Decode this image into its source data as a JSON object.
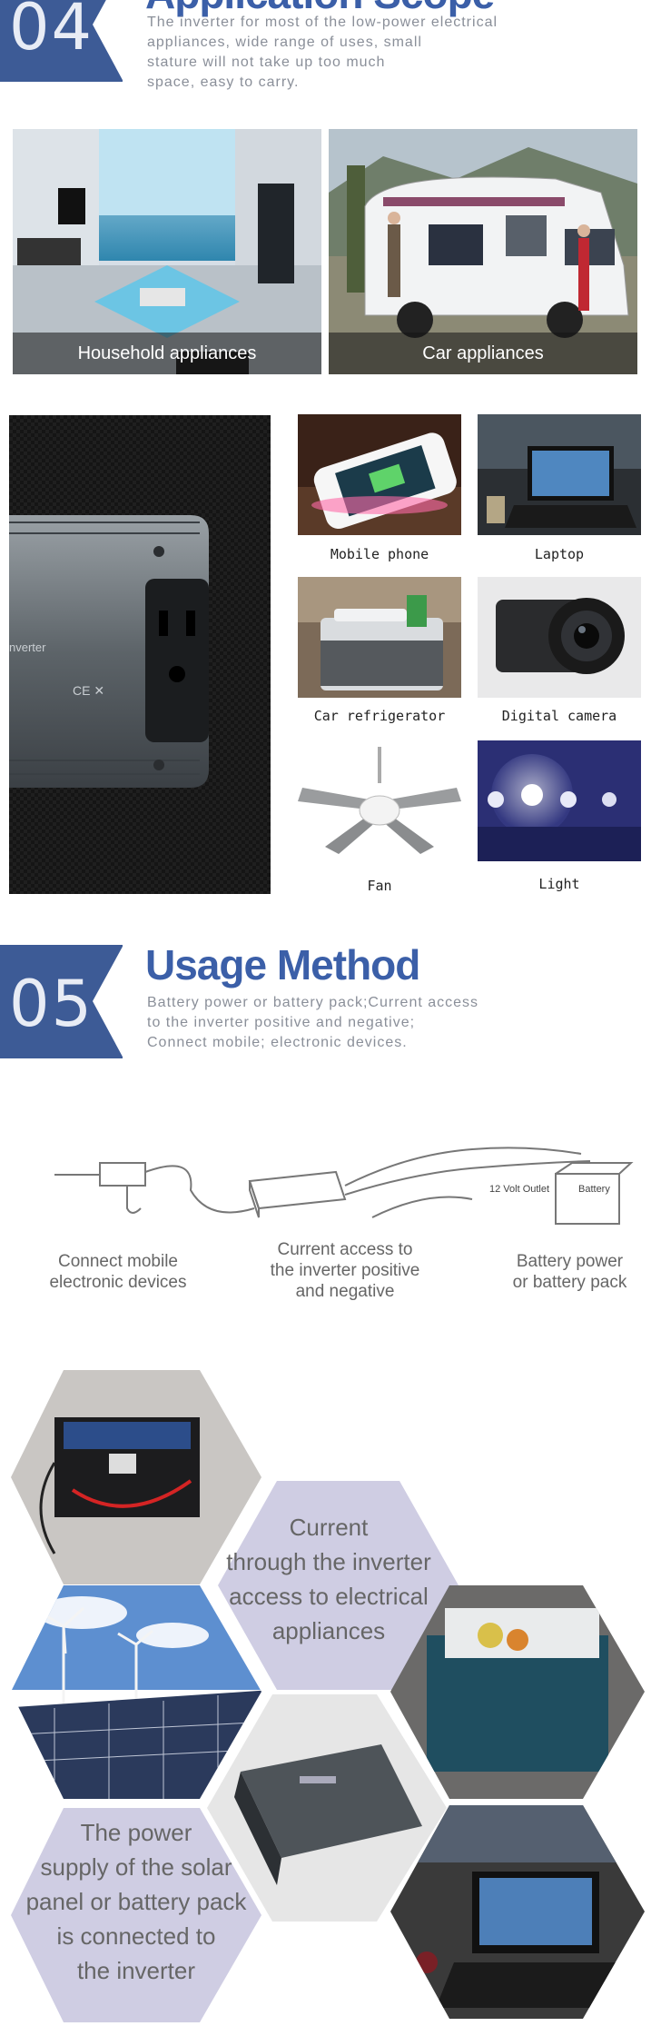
{
  "section4": {
    "number": "04",
    "title": "Application Scope",
    "description_lines": [
      "The inverter for most of the low-power electrical",
      "appliances, wide range of uses, small",
      "stature will not take up too much",
      "space, easy to carry."
    ],
    "banners": [
      {
        "caption": "Household appliances"
      },
      {
        "caption": "Car appliances"
      }
    ],
    "devices": [
      {
        "label": "Mobile phone"
      },
      {
        "label": "Laptop"
      },
      {
        "label": "Car refrigerator"
      },
      {
        "label": "Digital camera"
      },
      {
        "label": "Fan"
      },
      {
        "label": "Light"
      }
    ],
    "inverter_text": {
      "brand": "nverter"
    }
  },
  "section5": {
    "number": "05",
    "title": "Usage Method",
    "description_lines": [
      "Battery power or battery pack;Current access",
      "to the inverter positive and negative;",
      "Connect mobile; electronic devices."
    ],
    "diagram": {
      "outlet_label": "12 Volt Outlet",
      "battery_label": "Battery",
      "steps": [
        {
          "lines": [
            "Connect mobile",
            "electronic devices"
          ]
        },
        {
          "lines": [
            "Current access to",
            "the inverter positive",
            "and negative"
          ]
        },
        {
          "lines": [
            "Battery power",
            "or battery pack"
          ]
        }
      ]
    },
    "hex_texts": {
      "current": [
        "Current",
        "through the inverter",
        "access to electrical",
        "appliances"
      ],
      "solar": [
        "The power",
        "supply of the solar",
        "panel or battery pack",
        "is connected to",
        "the inverter"
      ]
    }
  }
}
